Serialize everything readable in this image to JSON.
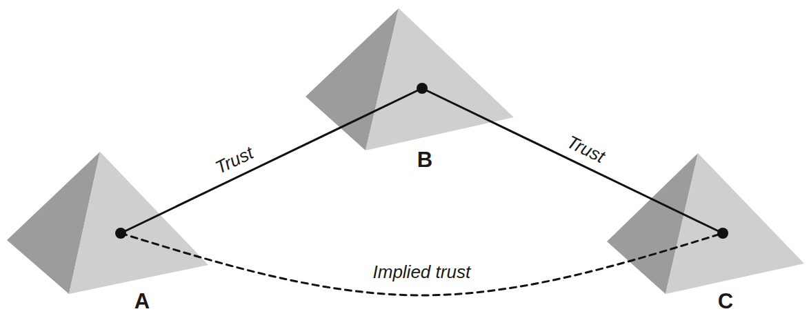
{
  "diagram": {
    "nodes": [
      {
        "text": [
          "A"
        ]
      },
      {
        "text": [
          "B"
        ]
      },
      {
        "text": [
          "C"
        ]
      }
    ],
    "edges": [
      {
        "from": 0,
        "to": 1,
        "arrow": "none",
        "label": "Trust"
      },
      {
        "from": 1,
        "to": 2,
        "arrow": "none",
        "label": "Trust"
      },
      {
        "from": 0,
        "to": 2,
        "arrow": "none",
        "label": "Implied trust"
      }
    ]
  }
}
